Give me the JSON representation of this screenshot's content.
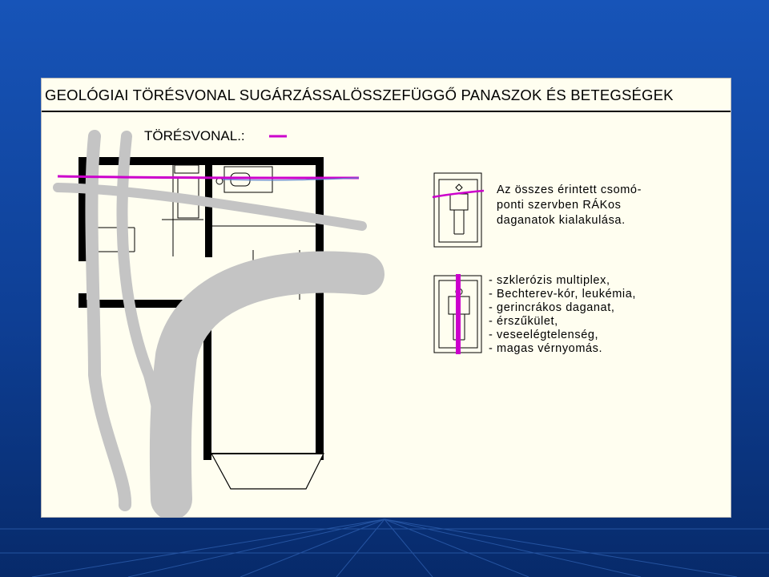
{
  "title": "GEOLÓGIAI TÖRÉSVONAL SUGÁRZÁSSALÖSSZEFÜGGŐ PANASZOK ÉS BETEGSÉGEK",
  "fault_legend": {
    "label": "TÖRÉSVONAL.:"
  },
  "legend_top": {
    "lines": [
      "Az összes érintett csomó-",
      "ponti szervben RÁKos",
      "daganatok kialakulása."
    ]
  },
  "legend_bottom": {
    "lines": [
      "- szklerózis multiplex,",
      "- Bechterev-kór, leukémia,",
      "- gerincrákos daganat,",
      "- érszűkület,",
      "- veseelégtelenség,",
      "- magas vérnyomás."
    ]
  },
  "colors": {
    "slide_background": "#0d3a8a",
    "panel_background": "#fffef0",
    "fault_line": "#cc00cc",
    "radiation_band": "#c4c4c4",
    "walls": "#000000"
  }
}
